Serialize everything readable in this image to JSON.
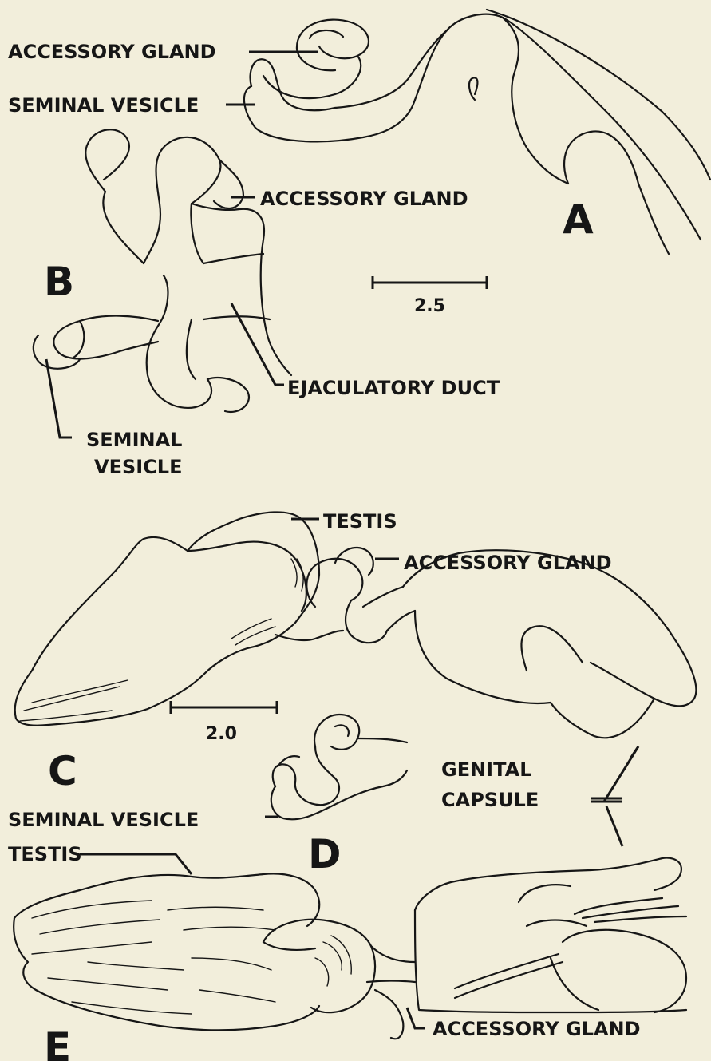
{
  "figures": {
    "a": {
      "letter": "A",
      "labels": {
        "accessory_gland": "ACCESSORY GLAND",
        "seminal_vesicle": "SEMINAL VESICLE"
      }
    },
    "b": {
      "letter": "B",
      "labels": {
        "accessory_gland": "ACCESSORY GLAND",
        "ejaculatory_duct": "EJACULATORY DUCT",
        "seminal_vesicle_line1": "SEMINAL",
        "seminal_vesicle_line2": "VESICLE"
      },
      "scale_bar": "2.5"
    },
    "c": {
      "letter": "C",
      "labels": {
        "testis": "TESTIS",
        "accessory_gland": "ACCESSORY GLAND"
      },
      "scale_bar": "2.0"
    },
    "d": {
      "letter": "D",
      "labels": {
        "genital_capsule_line1": "GENITAL",
        "genital_capsule_line2": "CAPSULE",
        "seminal_vesicle": "SEMINAL VESICLE"
      }
    },
    "e": {
      "letter": "E",
      "labels": {
        "testis": "TESTIS",
        "accessory_gland": "ACCESSORY GLAND"
      }
    }
  },
  "colors": {
    "background": "#f2eedb",
    "ink": "#161616"
  }
}
